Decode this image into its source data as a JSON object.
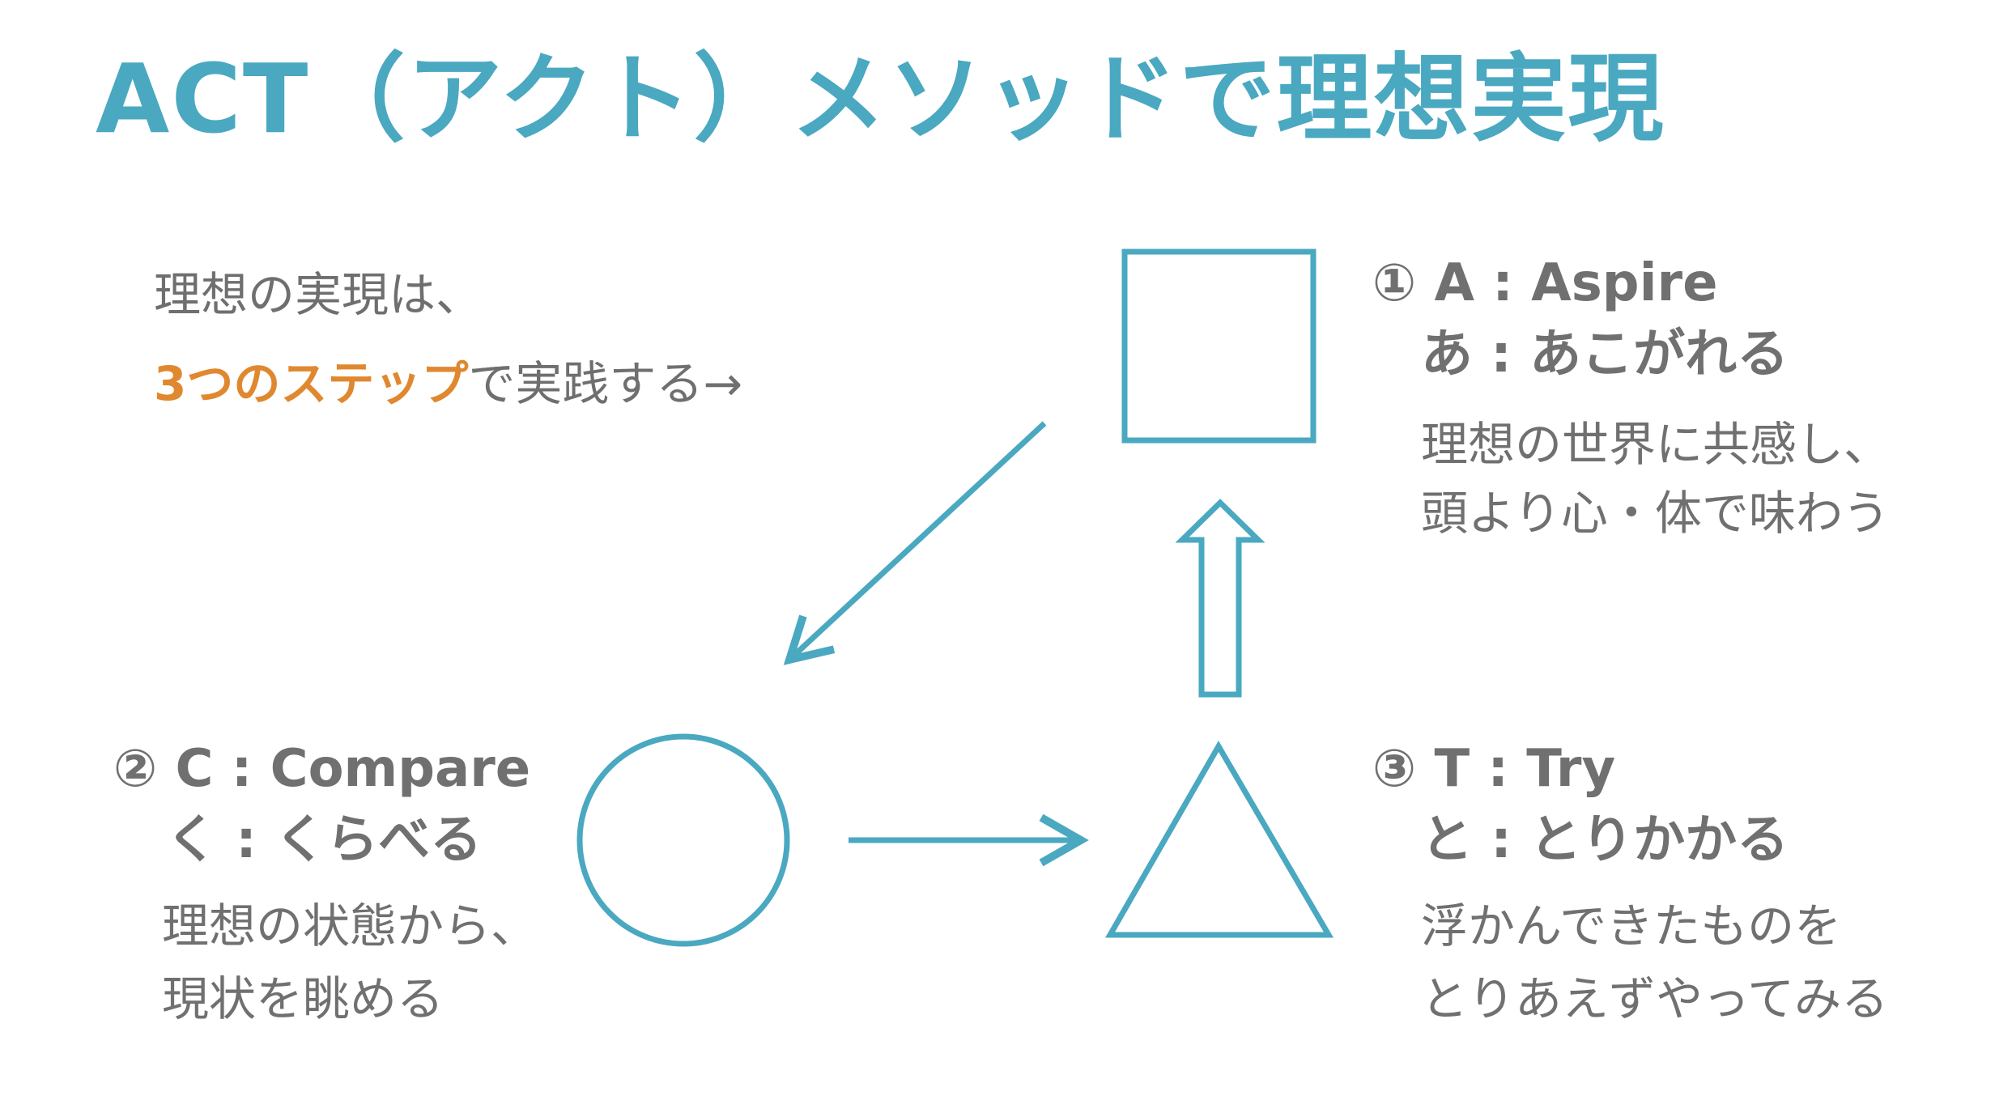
{
  "title": "ACT（アクト）メソッドで理想実現",
  "intro": {
    "line1": "理想の実現は、",
    "line2_accent": "3つのステップ",
    "line2_rest": "で実践する→"
  },
  "steps": {
    "aspire": {
      "head1": "① A : Aspire",
      "head2": "あ : あこがれる",
      "body1": "理想の世界に共感し、",
      "body2": "頭より心・体で味わう"
    },
    "compare": {
      "head1": "② C : Compare",
      "head2": "く : くらべる",
      "body1": "理想の状態から、",
      "body2": "現状を眺める"
    },
    "try": {
      "head1": "③ T : Try",
      "head2": "と : とりかかる",
      "body1": "浮かんできたものを",
      "body2": "とりあえずやってみる"
    }
  },
  "colors": {
    "title": "#4aa8c1",
    "shapes": "#4aa8c1",
    "accent": "#e0882f",
    "text": "#707070"
  },
  "icons": {
    "aspire_shape": "square-icon",
    "compare_shape": "circle-icon",
    "try_shape": "triangle-icon",
    "flow_aspire_to_compare": "arrow-down-left-icon",
    "flow_compare_to_try": "arrow-right-icon",
    "flow_try_to_aspire": "hollow-arrow-up-icon"
  }
}
